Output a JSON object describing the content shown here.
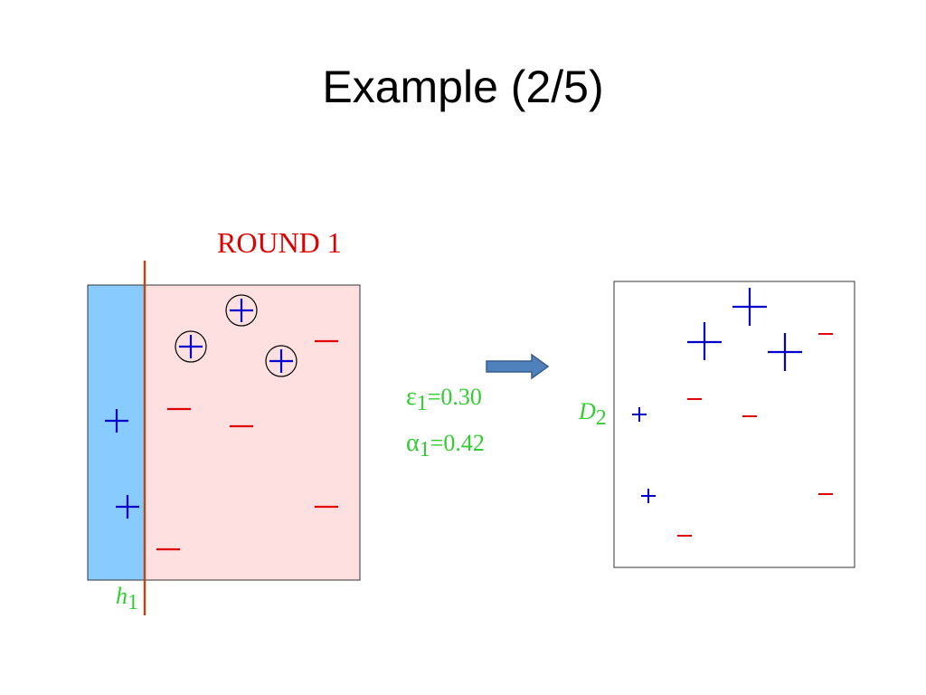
{
  "slide": {
    "title": "Example (2/5)"
  },
  "round": {
    "label": "ROUND 1",
    "hypothesis_name": "h",
    "hypothesis_subscript": "1"
  },
  "stats": {
    "epsilon_symbol": "ε",
    "epsilon_subscript": "1",
    "epsilon_value": "=0.30",
    "alpha_symbol": "α",
    "alpha_subscript": "1",
    "alpha_value": "=0.42"
  },
  "distribution": {
    "name": "D",
    "subscript": "2"
  },
  "symbols": {
    "plus": "+",
    "minus": "−"
  },
  "colors": {
    "title_text": "#000000",
    "round_label": "#e00000",
    "math_green": "#33cc33",
    "plus_blue": "#0000cc",
    "minus_red": "#e00000",
    "left_region": "#88ccff",
    "right_region": "#ffe0e0",
    "separator": "#b34a1a",
    "arrow_fill": "#4f81bd",
    "arrow_stroke": "#385d8a",
    "box_border": "#333333"
  }
}
